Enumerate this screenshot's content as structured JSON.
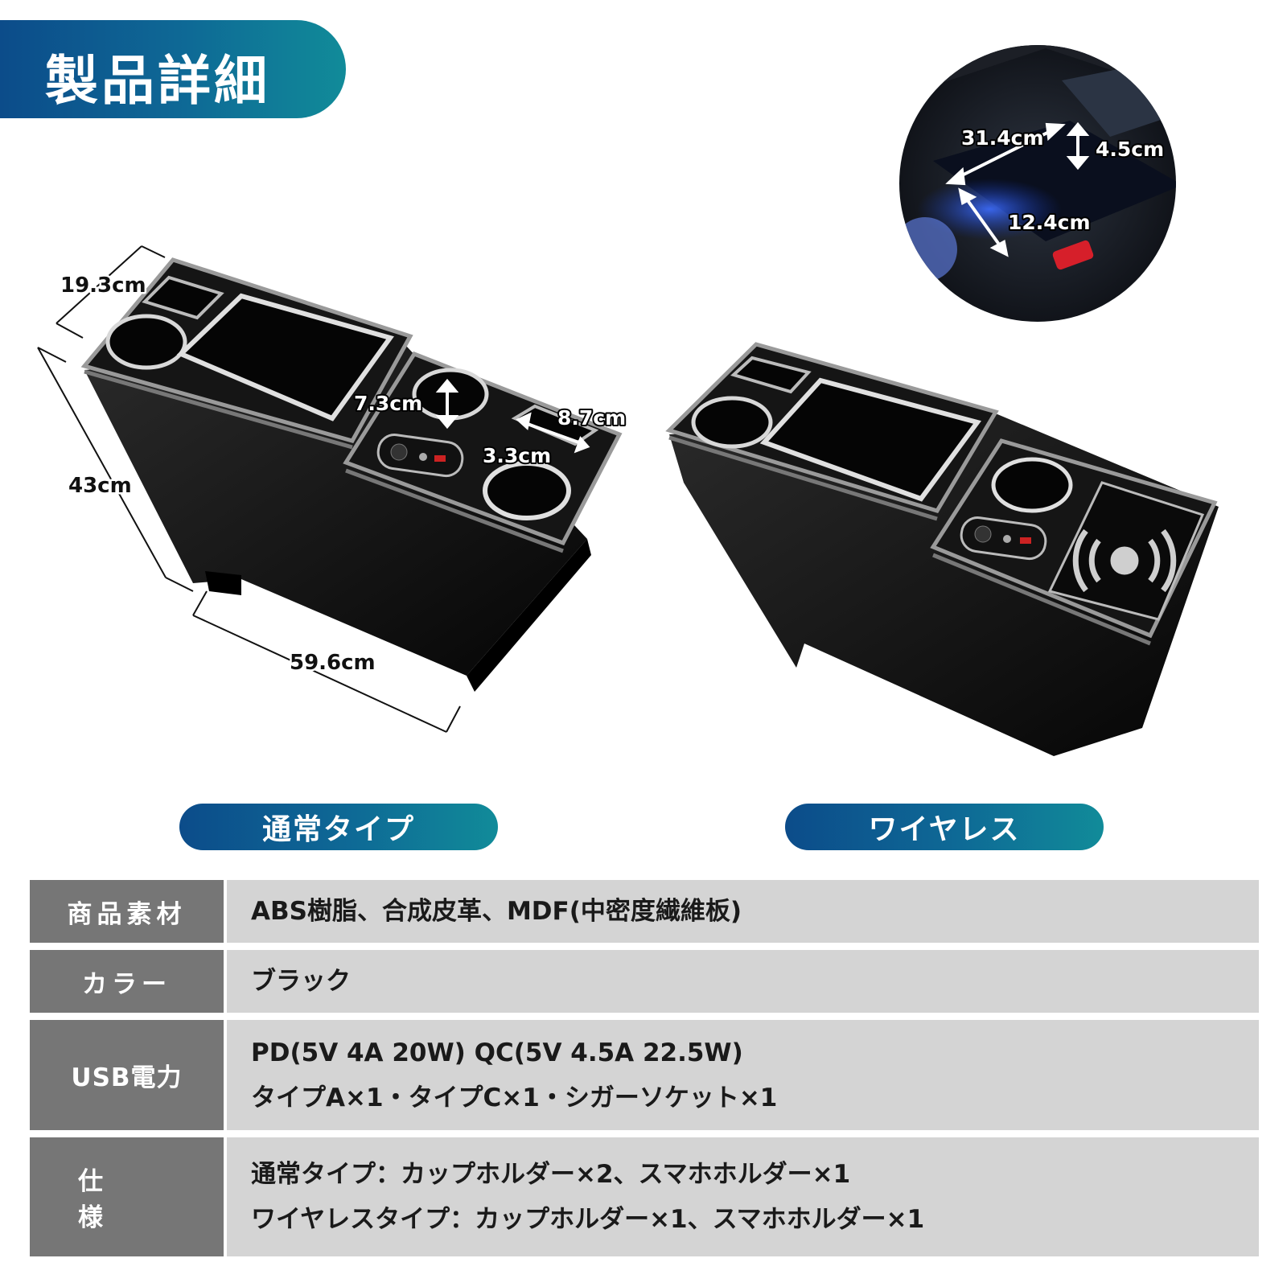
{
  "header": {
    "title": "製品詳細"
  },
  "dimensions": {
    "depth": "19.3cm",
    "height": "43cm",
    "width": "59.6cm",
    "cup_diameter": "7.3cm",
    "phone_length": "8.7cm",
    "phone_width": "3.3cm",
    "tray_length": "31.4cm",
    "tray_height": "4.5cm",
    "tray_depth": "12.4cm"
  },
  "types": {
    "standard": "通常タイプ",
    "wireless": "ワイヤレス"
  },
  "specs": [
    {
      "key": "商品素材",
      "lines": [
        "ABS樹脂、合成皮革、MDF(中密度繊維板)"
      ]
    },
    {
      "key": "カラー",
      "lines": [
        "ブラック"
      ]
    },
    {
      "key": "USB電力",
      "lines": [
        "PD(5V 4A 20W) QC(5V 4.5A 22.5W)",
        "タイプA×1・タイプC×1・シガーソケット×1"
      ]
    },
    {
      "key": "仕様",
      "lines": [
        "通常タイプ：カップホルダー×2、スマホホルダー×1",
        "ワイヤレスタイプ：カップホルダー×1、スマホホルダー×1"
      ]
    }
  ],
  "colors": {
    "accent_start": "#0c4c8a",
    "accent_end": "#118b99",
    "key_bg": "#767676",
    "val_bg": "#d4d4d4"
  }
}
